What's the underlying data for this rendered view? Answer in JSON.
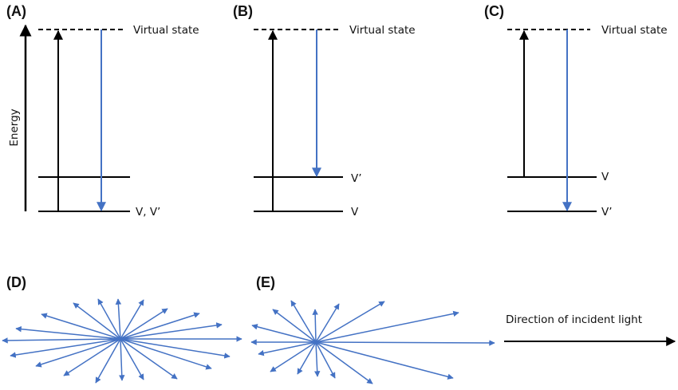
{
  "panels": {
    "A": {
      "label": "(A)",
      "virtual": "Virtual state",
      "lower": "V, V’"
    },
    "B": {
      "label": "(B)",
      "virtual": "Virtual state",
      "upper": "V’",
      "lower": "V"
    },
    "C": {
      "label": "(C)",
      "virtual": "Virtual state",
      "upper": "V",
      "lower": "V’"
    },
    "D": {
      "label": "(D)"
    },
    "E": {
      "label": "(E)"
    }
  },
  "axis_label": "Energy",
  "incident_light": "Direction of incident light",
  "colors": {
    "excitation": "#000000",
    "scattering": "#4472C4"
  }
}
